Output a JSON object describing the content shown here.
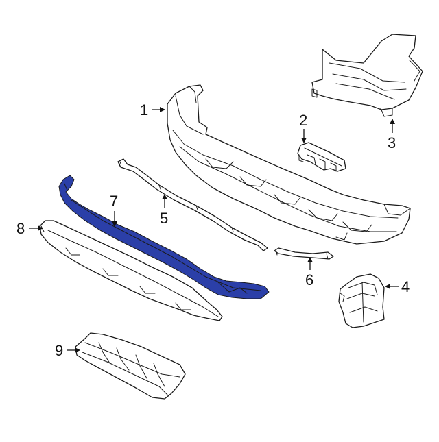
{
  "diagram": {
    "highlight_color": "#2b3fa8",
    "outline_color": "#1a1a1a",
    "callouts": [
      {
        "id": "1",
        "label": "1"
      },
      {
        "id": "2",
        "label": "2"
      },
      {
        "id": "3",
        "label": "3"
      },
      {
        "id": "4",
        "label": "4"
      },
      {
        "id": "5",
        "label": "5"
      },
      {
        "id": "6",
        "label": "6"
      },
      {
        "id": "7",
        "label": "7"
      },
      {
        "id": "8",
        "label": "8"
      },
      {
        "id": "9",
        "label": "9"
      }
    ],
    "highlighted_part": "7"
  }
}
